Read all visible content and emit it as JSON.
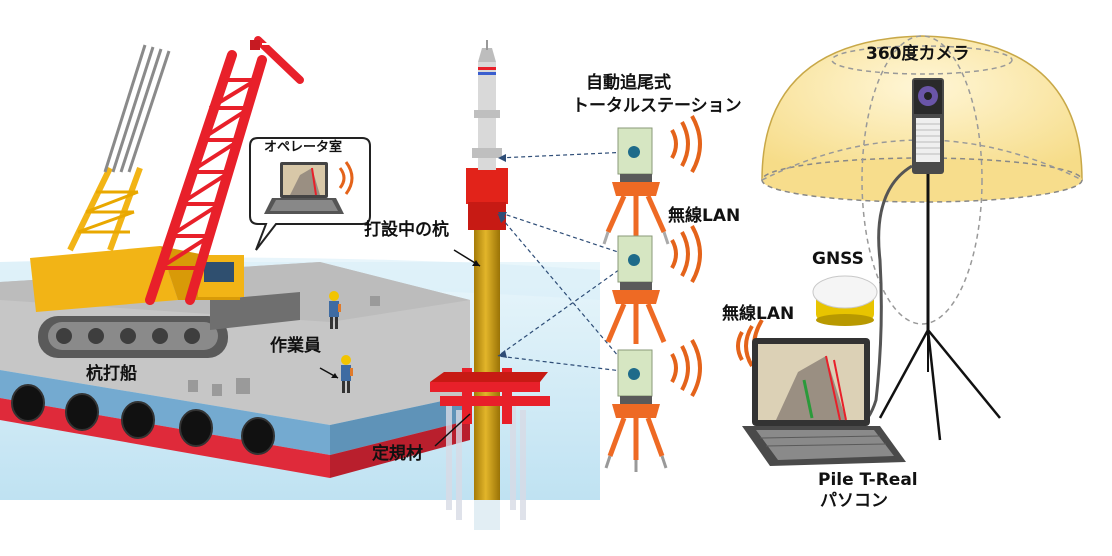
{
  "labels": {
    "operator_room": "オペレータ室",
    "driving_pile": "打設中の杭",
    "worker": "作業員",
    "pile_barge": "杭打船",
    "guide_frame": "定規材",
    "total_station_line1": "自動追尾式",
    "total_station_line2": "トータルステーション",
    "wireless_lan_1": "無線LAN",
    "wireless_lan_2": "無線LAN",
    "camera_360": "360度カメラ",
    "gnss": "GNSS",
    "pc_line1": "Pile T-Real",
    "pc_line2": "パソコン"
  },
  "colors": {
    "sea": "#cfe9f5",
    "deck": "#c9c9c9",
    "hull_blue": "#7fb6d8",
    "hull_red": "#e0283a",
    "crane_red": "#e8202a",
    "crane_yellow": "#f2b416",
    "pile_gold": "#c79a12",
    "pile_cap": "#e2231a",
    "dome": "#fbeab0",
    "tripod_orange": "#ee6a24",
    "instrument_green": "#d6e6c2"
  },
  "icons": [
    "crane",
    "laptop-icon",
    "wifi-signal-icon",
    "total-station",
    "tripod",
    "dome-camera",
    "gnss-antenna"
  ]
}
